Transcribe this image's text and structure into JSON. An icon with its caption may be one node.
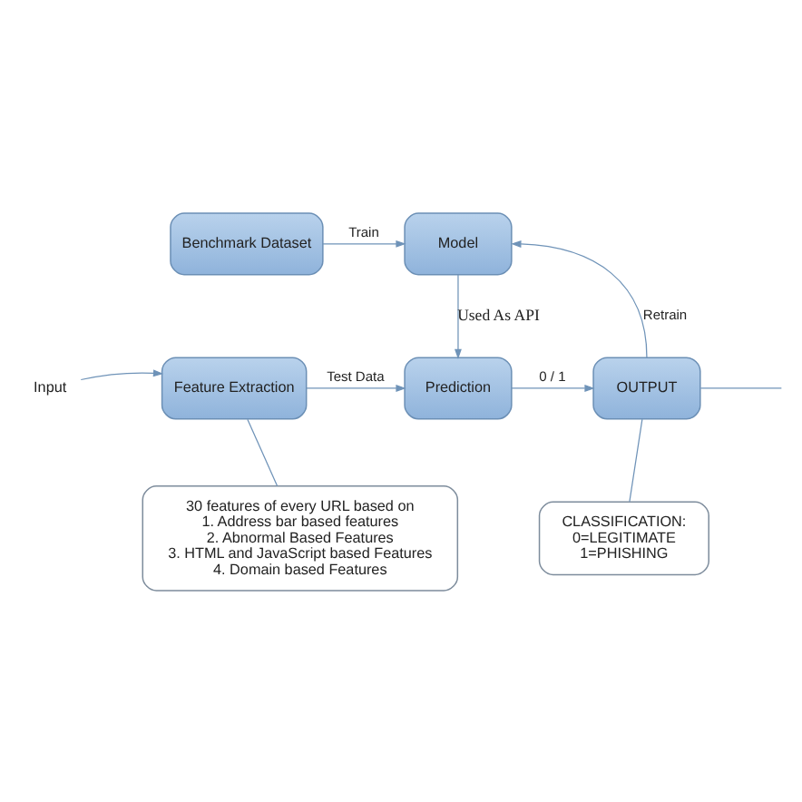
{
  "diagram": {
    "nodes": [
      {
        "text": [
          "Benchmark Dataset"
        ]
      },
      {
        "text": [
          "Model"
        ]
      },
      {
        "text": [
          "Input"
        ]
      },
      {
        "text": [
          "Feature Extraction"
        ]
      },
      {
        "text": [
          "Prediction"
        ]
      },
      {
        "text": [
          "OUTPUT"
        ]
      },
      {
        "text": [
          "30 features of every URL based on",
          "1. Address bar based features",
          "2. Abnormal Based Features",
          "3. HTML and JavaScript based Features",
          "4. Domain based Features"
        ]
      },
      {
        "text": [
          "CLASSIFICATION:",
          "0=LEGITIMATE",
          "1=PHISHING"
        ]
      }
    ],
    "edges": [
      {
        "from": 0,
        "to": 1,
        "arrow": "to",
        "label": "Train"
      },
      {
        "from": 1,
        "to": 4,
        "arrow": "to",
        "label": "Used As API"
      },
      {
        "from": 2,
        "to": 3,
        "arrow": "to"
      },
      {
        "from": 3,
        "to": 4,
        "arrow": "to",
        "label": "Test Data"
      },
      {
        "from": 4,
        "to": 5,
        "arrow": "to",
        "label": "0 / 1"
      },
      {
        "from": 5,
        "to": 1,
        "arrow": "to",
        "label": "Retrain"
      },
      {
        "from": 3,
        "to": 6,
        "arrow": "none"
      },
      {
        "from": 5,
        "to": 7,
        "arrow": "none"
      },
      {
        "from": 5,
        "to": null,
        "arrow": "none"
      }
    ]
  }
}
